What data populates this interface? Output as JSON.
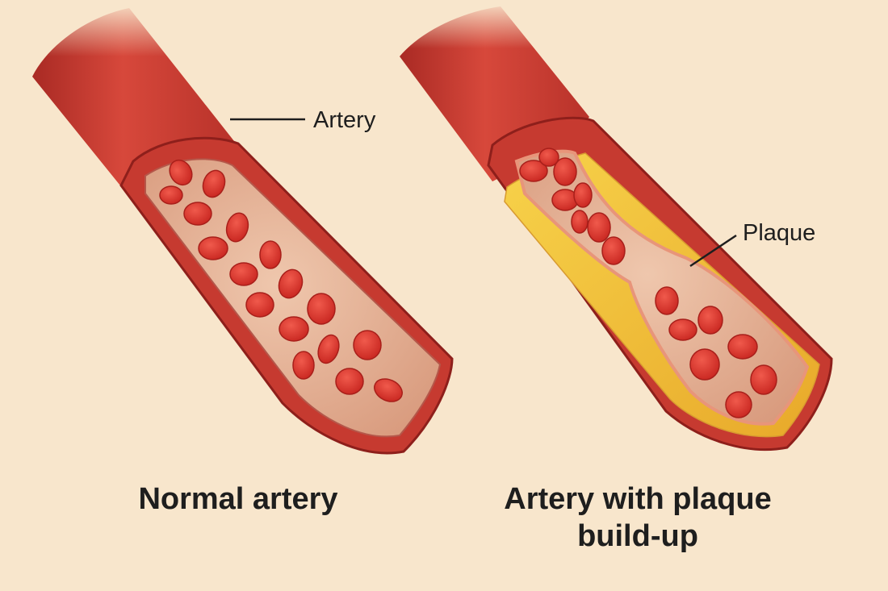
{
  "labels": {
    "artery": "Artery",
    "plaque": "Plaque"
  },
  "captions": {
    "normal": "Normal artery",
    "plaque_line1": "Artery with plaque",
    "plaque_line2": "build-up"
  },
  "colors": {
    "background": "#f8e6cc",
    "vessel_wall": "#c63a30",
    "vessel_dark": "#8e1f1b",
    "lumen": "#e4b39a",
    "blood_cell": "#e03a35",
    "plaque": "#f2c230",
    "text": "#1e1e1e"
  }
}
